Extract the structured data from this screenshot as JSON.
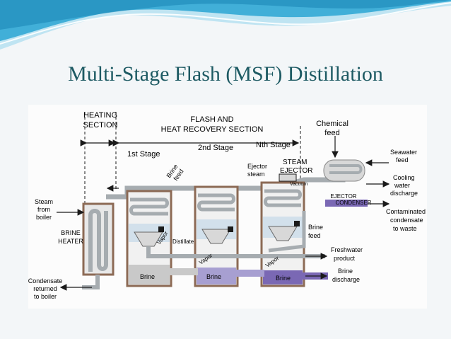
{
  "slide": {
    "title": "Multi-Stage Flash (MSF) Distillation"
  },
  "diagram": {
    "sections": {
      "heating": [
        "HEATING",
        "SECTION"
      ],
      "flash": [
        "FLASH AND",
        "HEAT RECOVERY SECTION"
      ]
    },
    "stages": {
      "first": "1st Stage",
      "second": "2nd Stage",
      "nth": "Nth Stage"
    },
    "labels": {
      "chemical_feed": [
        "Chemical",
        "feed"
      ],
      "steam_ejector": [
        "STEAM",
        "EJECTOR"
      ],
      "ejector_steam": [
        "Ejector",
        "steam"
      ],
      "vacuum": "Vacuum",
      "seawater_feed": [
        "Seawater",
        "feed"
      ],
      "cooling_water": [
        "Cooling",
        "water",
        "discharge"
      ],
      "ejector_condenser": [
        "EJECTOR",
        "CONDENSER"
      ],
      "contaminated": [
        "Contaminated",
        "condensate",
        "to waste"
      ],
      "steam_from_boiler": [
        "Steam",
        "from",
        "boiler"
      ],
      "brine_heater": [
        "BRINE",
        "HEATER"
      ],
      "brine_feed_top": [
        "Brine",
        "feed"
      ],
      "brine_feed_right": [
        "Brine",
        "feed"
      ],
      "vapor_1": "Vapor",
      "vapor_2": "Vapor",
      "vapor_3": "Vapor",
      "distillate": "Distillate",
      "brine_1": "Brine",
      "brine_2": "Brine",
      "brine_3": "Brine",
      "freshwater": [
        "Freshwater",
        "product"
      ],
      "brine_discharge": [
        "Brine",
        "discharge"
      ],
      "condensate_returned": [
        "Condensate",
        "returned",
        "to boiler"
      ]
    }
  },
  "colors": {
    "title": "#1d5a63",
    "wave_dark": "#2aa6d4",
    "wave_light": "#bfe4f2",
    "pipe": "#a6acb0",
    "chamber_wall": "#8c6a55",
    "brine_dark": "#7a68b4",
    "vapor_spray": "#c4d8e8",
    "ink": "#1a1a1a"
  }
}
